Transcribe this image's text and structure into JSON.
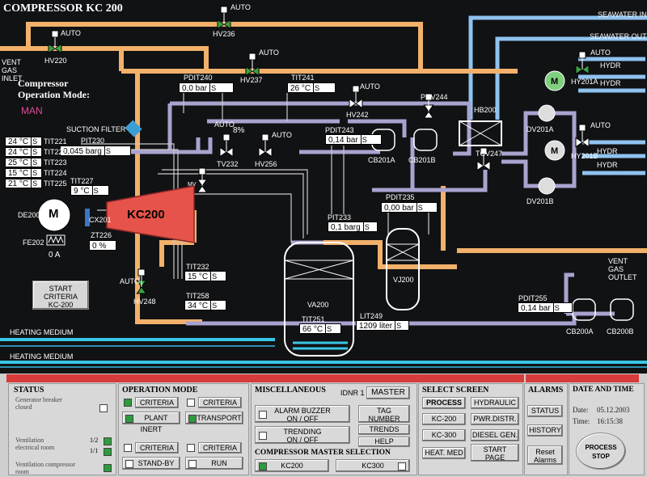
{
  "title": "COMPRESSOR KC 200",
  "compressor_mode": {
    "label_line1": "Compressor",
    "label_line2": "Operation Mode:",
    "value": "MAN"
  },
  "edge_labels": {
    "vent_gas_inlet": "VENT\nGAS\nINLET",
    "seawater_in": "SEAWATER IN",
    "seawater_out": "SEAWATER OUT",
    "hydr_1": "HYDR",
    "hydr_2": "HYDR",
    "hydr_3": "HYDR",
    "hydr_4": "HYDR",
    "vent_gas_outlet": "VENT\nGAS\nOUTLET",
    "heating_medium_1": "HEATING MEDIUM",
    "heating_medium_2": "HEATING MEDIUM",
    "suction_filter": "SUCTION FILTER"
  },
  "valves": {
    "hv220": {
      "tag": "HV220",
      "auto": "AUTO"
    },
    "hv236": {
      "tag": "HV236",
      "auto": "AUTO"
    },
    "hv237": {
      "tag": "HV237",
      "auto": "AUTO"
    },
    "hv242": {
      "tag": "HV242",
      "auto": "AUTO"
    },
    "hv256": {
      "tag": "HV256",
      "auto": "AUTO"
    },
    "tv232": {
      "tag": "TV232",
      "auto": "AUTO",
      "percent": "8%"
    },
    "hv248": {
      "tag": "HV248",
      "auto": "AUTO"
    },
    "pcv244": {
      "tag": "PCV244"
    },
    "tcv247": {
      "tag": "TCV247"
    },
    "hy201a": {
      "tag": "HY201A",
      "auto": "AUTO"
    },
    "hy201b": {
      "tag": "HY201B",
      "auto": "AUTO"
    }
  },
  "instruments": {
    "pdit240": {
      "tag": "PDIT240",
      "value": "0,0 bar"
    },
    "tit241": {
      "tag": "TIT241",
      "value": "26 °C"
    },
    "pit230": {
      "tag": "PIT230",
      "value": "0,045 barg"
    },
    "pdit243": {
      "tag": "PDIT243",
      "value": "0,14 bar"
    },
    "tit227": {
      "tag": "TIT227",
      "value": "9 °C"
    },
    "zt226": {
      "tag": "ZT226",
      "value": "0 %"
    },
    "pdit235": {
      "tag": "PDIT235",
      "value": "0,00 bar"
    },
    "pit233": {
      "tag": "PIT233",
      "value": "0,1 barg"
    },
    "tit232": {
      "tag": "TIT232",
      "value": "15 °C"
    },
    "tit258": {
      "tag": "TIT258",
      "value": "34 °C"
    },
    "lit249": {
      "tag": "LIT249",
      "value": "1209 liter"
    },
    "tit251": {
      "tag": "TIT251",
      "value": "66 °C"
    },
    "pdit255": {
      "tag": "PDIT255",
      "value": "0,14 bar"
    }
  },
  "temperature_list": [
    {
      "value": "24 °C",
      "tag": "TIT221"
    },
    {
      "value": "24 °C",
      "tag": "TIT222"
    },
    {
      "value": "25 °C",
      "tag": "TIT223"
    },
    {
      "value": "15 °C",
      "tag": "TIT224"
    },
    {
      "value": "21 °C",
      "tag": "TIT225"
    }
  ],
  "suffix_s": "S",
  "equipment": {
    "compressor": "KC200",
    "motor": "M",
    "de200": "DE200",
    "cx201": "CX201",
    "fe202": "FE202",
    "amps": "0  A",
    "va200": "VA200",
    "vj200": "VJ200",
    "hb200": "HB200",
    "cb201a": "CB201A",
    "cb201b": "CB201B",
    "cb200a": "CB200A",
    "cb200b": "CB200B",
    "dv201a": "DV201A",
    "dv201b": "DV201B",
    "mv": "MV"
  },
  "start_criteria": {
    "line1": "START",
    "line2": "CRITERIA",
    "line3": "KC-200"
  },
  "panel": {
    "status": {
      "title": "STATUS",
      "line1": "Generator breaker",
      "line2": "closed",
      "line3": "Ventilation",
      "line4": "electrical room",
      "line5": "Ventilation compressor",
      "line6": "room",
      "ratio1": "1/2",
      "ratio2": "1/1"
    },
    "operation_mode": {
      "title": "OPERATION MODE",
      "criteria1": "CRITERIA",
      "criteria2": "CRITERIA",
      "plant_inert": "PLANT INERT",
      "transport": "TRANSPORT",
      "criteria3": "CRITERIA",
      "criteria4": "CRITERIA",
      "standby": "STAND-BY",
      "run": "RUN"
    },
    "misc": {
      "title": "MISCELLANEOUS",
      "idnr": "IDNR 1",
      "master": "MASTER",
      "alarm_buzzer": "ALARM BUZZER\nON / OFF",
      "trending": "TRENDING\nON / OFF",
      "tag_number": "TAG\nNUMBER",
      "trends": "TRENDS",
      "help": "HELP"
    },
    "master_sel": {
      "title": "COMPRESSOR MASTER SELECTION",
      "kc200": "KC200",
      "kc300": "KC300"
    },
    "select_screen": {
      "title": "SELECT SCREEN",
      "process": "PROCESS",
      "hydraulic": "HYDRAULIC",
      "kc200": "KC-200",
      "pwr_distr": "PWR.DISTR.",
      "kc300": "KC-300",
      "diesel_gen": "DIESEL GEN.",
      "heat_med": "HEAT. MED",
      "start_page": "START\nPAGE"
    },
    "alarms": {
      "title": "ALARMS",
      "status": "STATUS",
      "history": "HISTORY",
      "reset": "Reset\nAlarms"
    },
    "datetime": {
      "title": "DATE AND TIME",
      "date_label": "Date:",
      "date": "05.12.2003",
      "time_label": "Time:",
      "time": "16:15:38"
    },
    "process_stop": "PROCESS\nSTOP"
  },
  "colors": {
    "background": "#111214",
    "orange_pipe": "#f2b16a",
    "lavender_pipe": "#a9a3cf",
    "blue_pipe": "#8fc3f0",
    "cyan_pipe": "#39c6e6",
    "compressor": "#e6534a",
    "valve_green": "#3aa246",
    "panel_bg": "#cfcfcf",
    "red_bar": "#d83b3b"
  }
}
